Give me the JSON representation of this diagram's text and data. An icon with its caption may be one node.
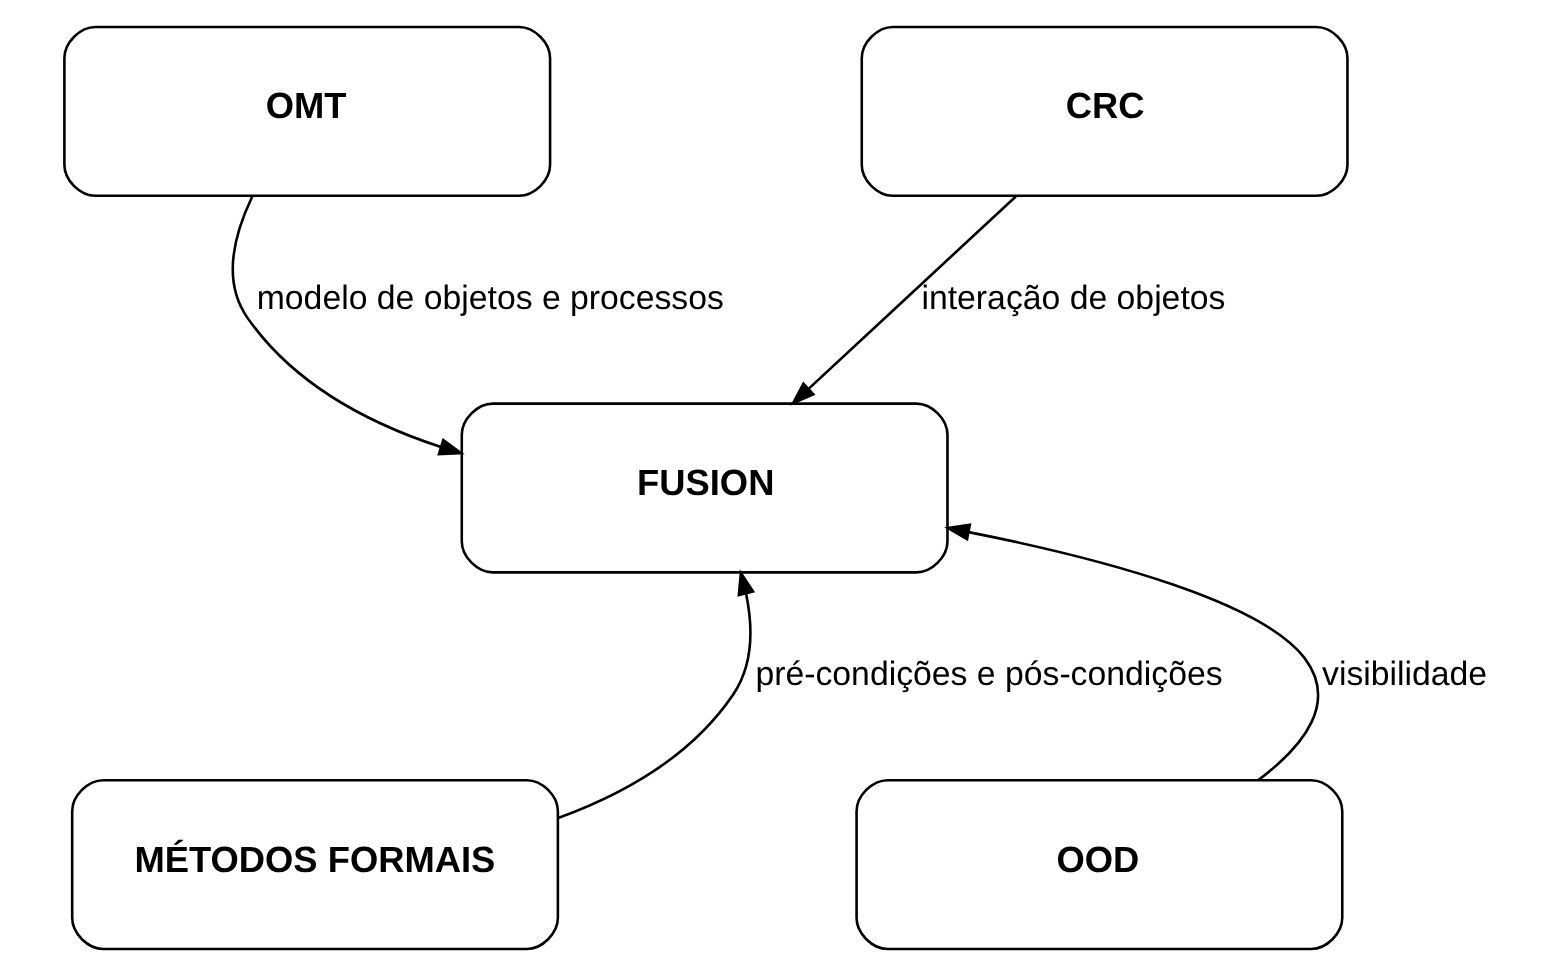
{
  "diagram": {
    "nodes": [
      {
        "text": [
          "OMT"
        ]
      },
      {
        "text": [
          "CRC"
        ]
      },
      {
        "text": [
          "FUSION"
        ]
      },
      {
        "text": [
          "MÉTODOS FORMAIS"
        ]
      },
      {
        "text": [
          "OOD"
        ]
      }
    ],
    "edges": [
      {
        "from": 0,
        "to": 2,
        "arrow": "to",
        "label": "modelo de objetos e processos"
      },
      {
        "from": 1,
        "to": 2,
        "arrow": "to",
        "label": "interação de objetos"
      },
      {
        "from": 3,
        "to": 2,
        "arrow": "to",
        "label": "pré-condições e pós-condições"
      },
      {
        "from": 4,
        "to": 2,
        "arrow": "to",
        "label": "visibilidade"
      }
    ]
  }
}
